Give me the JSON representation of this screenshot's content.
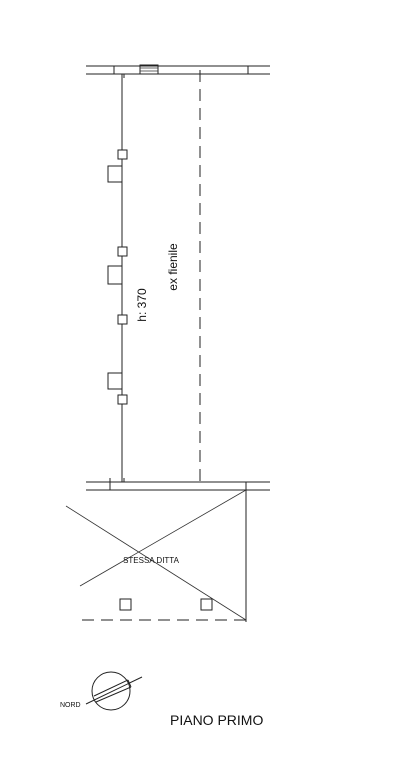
{
  "plan": {
    "room_label": "ex fienile",
    "height_label": "h: 370",
    "neighbor_label": "STESSA DITTA",
    "north_label": "NORD",
    "floor_title": "PIANO PRIMO"
  }
}
